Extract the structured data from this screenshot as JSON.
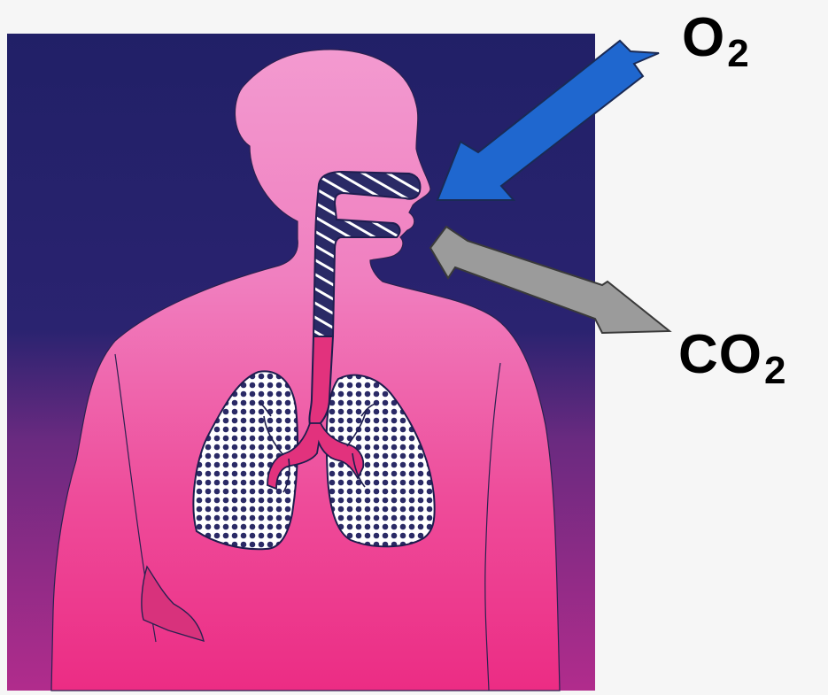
{
  "labels": {
    "oxygen": {
      "main": "O",
      "sub": "2"
    },
    "carbon_dioxide": {
      "main": "CO",
      "sub": "2"
    }
  },
  "colors": {
    "background_top": "#212067",
    "background_bottom": "#b12c8c",
    "body_top": "#f39ad0",
    "body_bottom": "#ec2c84",
    "lung_fill": "#ffffff",
    "lung_dots": "#2a2a66",
    "airway": "#2a2a66",
    "trachea_lower": "#e2327d",
    "inhale_arrow": "#1f67cf",
    "exhale_arrow": "#9b9b9b",
    "label_text": "#000000"
  },
  "icons": {
    "figure": "human-respiratory-system-illustration",
    "inhale": "blue-arrow-icon",
    "exhale": "gray-arrow-icon"
  }
}
